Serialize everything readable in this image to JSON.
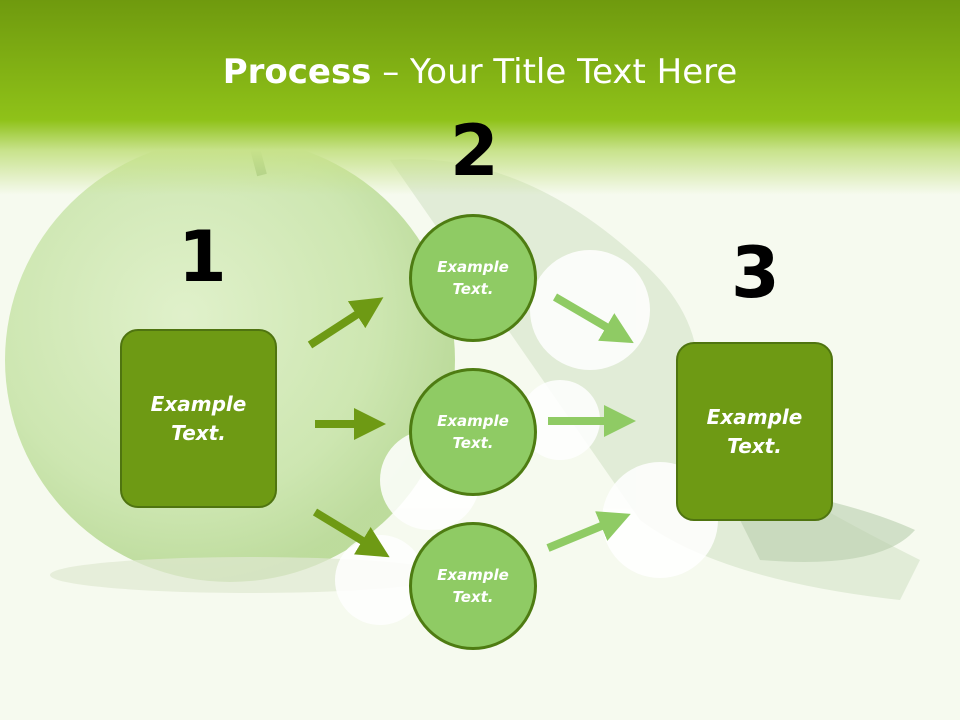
{
  "title": {
    "bold": "Process",
    "rest": " – Your Title Text Here"
  },
  "steps": [
    {
      "number": "1",
      "text": "Example\nText."
    },
    {
      "number": "2",
      "text": ""
    },
    {
      "number": "3",
      "text": "Example\nText."
    }
  ],
  "circles": [
    {
      "text": "Example\nText."
    },
    {
      "text": "Example\nText."
    },
    {
      "text": "Example\nText."
    }
  ],
  "colors": {
    "header": "#8fc219",
    "box_fill": "#6e9a14",
    "circle_fill": "#8fcb64",
    "arrow_dark": "#6e9a14",
    "arrow_light": "#8fcb64"
  }
}
